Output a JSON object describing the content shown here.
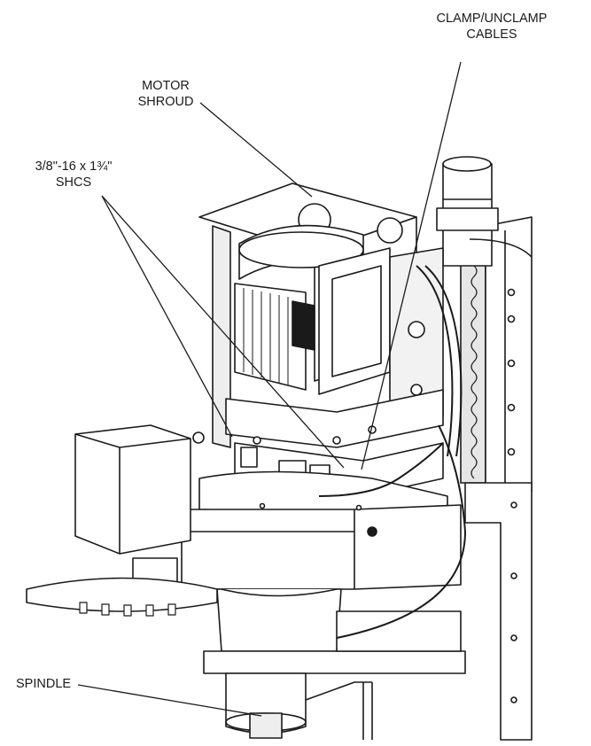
{
  "figure": {
    "callouts": {
      "clamp_unclamp": {
        "line1": "CLAMP/UNCLAMP",
        "line2": "CABLES"
      },
      "motor_shroud": {
        "line1": "MOTOR",
        "line2": "SHROUD"
      },
      "shcs": {
        "line1": "3/8\"-16 x 1¾\"",
        "line2": "SHCS"
      },
      "spindle": {
        "text": "SPINDLE"
      }
    },
    "colors": {
      "ink": "#1a1a1a",
      "paper": "#ffffff",
      "shade": "#d9d9d9"
    }
  }
}
